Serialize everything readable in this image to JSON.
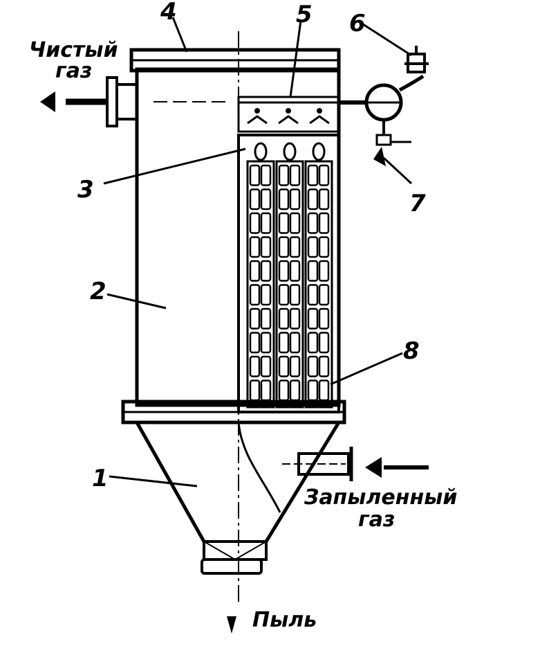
{
  "figure": {
    "labels": {
      "clean_gas": [
        "Чистый",
        "газ"
      ],
      "dusty_gas": [
        "Запыленный",
        "газ"
      ],
      "dust": "Пыль"
    },
    "callouts": {
      "hopper": "1",
      "housing": "2",
      "sleeves": "3",
      "cover": "4",
      "collector": "5",
      "valve": "6",
      "nozzle": "7",
      "frame": "8"
    },
    "colors": {
      "ink": "#000000",
      "paper": "#ffffff"
    }
  }
}
